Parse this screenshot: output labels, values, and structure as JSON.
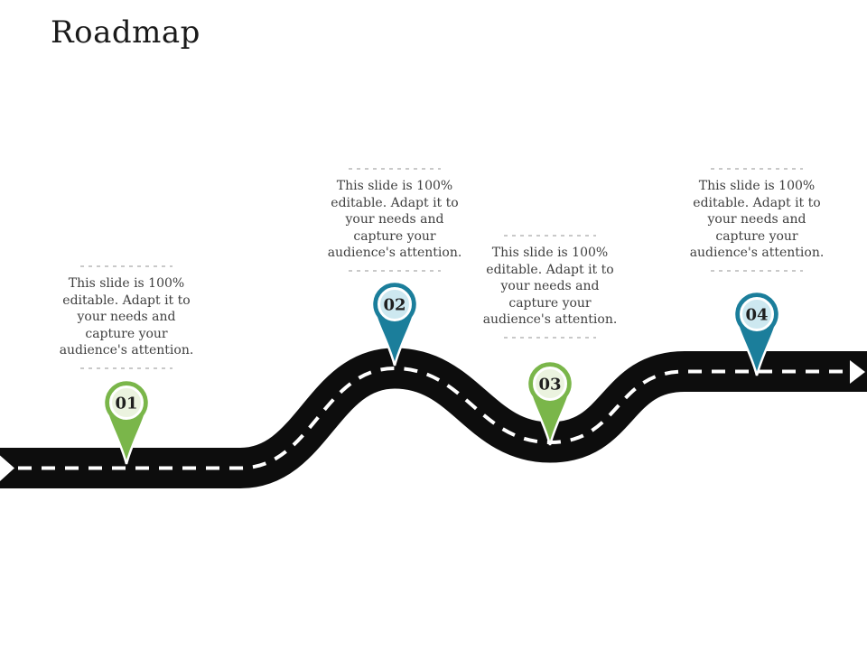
{
  "slide": {
    "title": "Roadmap",
    "background_color": "#ffffff"
  },
  "road": {
    "asphalt_color": "#0d0d0d",
    "centerline_color": "#ffffff",
    "start_arrow": "right-pointing-white-arrow",
    "end_arrow": "right-pointing-white-arrow"
  },
  "separator_color": "#c9c9c9",
  "text_color": "#3f3f3f",
  "milestones": [
    {
      "number": "01",
      "pin_color": "#7ab64a",
      "pin_inner_color": "#ebf3df",
      "description": "This slide is 100%\neditable. Adapt it to\nyour needs and\ncapture your\naudience's attention."
    },
    {
      "number": "02",
      "pin_color": "#1b7e9b",
      "pin_inner_color": "#cde8f0",
      "description": "This slide is 100%\neditable. Adapt it to\nyour needs and\ncapture your\naudience's attention."
    },
    {
      "number": "03",
      "pin_color": "#7ab64a",
      "pin_inner_color": "#ebf3df",
      "description": "This slide is 100%\neditable. Adapt it to\nyour needs and\ncapture your\naudience's attention."
    },
    {
      "number": "04",
      "pin_color": "#1b7e9b",
      "pin_inner_color": "#cde8f0",
      "description": "This slide is 100%\neditable. Adapt it to\nyour needs and\ncapture your\naudience's attention."
    }
  ]
}
